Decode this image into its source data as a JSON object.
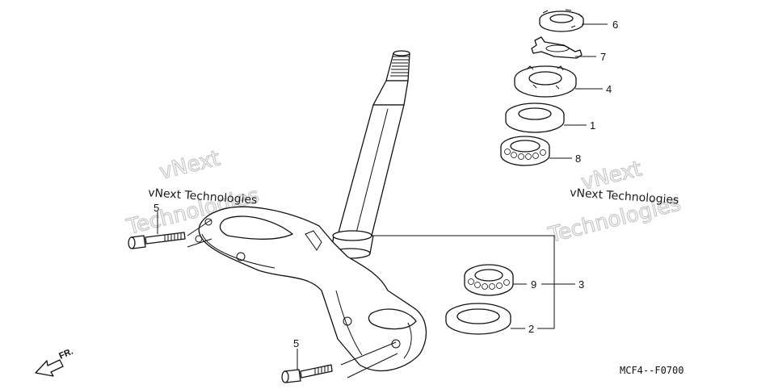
{
  "diagram": {
    "callouts": {
      "c6": "6",
      "c7": "7",
      "c4": "4",
      "c1": "1",
      "c8": "8",
      "c9": "9",
      "c3": "3",
      "c2": "2",
      "c5_left": "5",
      "c5_bottom": "5"
    },
    "watermark": {
      "left_small": "vNext Technologies",
      "left_big_1": "vNext",
      "left_big_2": "Technologies",
      "right_small": "vNext Technologies",
      "right_big_1": "vNext",
      "right_big_2": "Technologies"
    },
    "front_indicator": "FR.",
    "drawing_code": "MCF4--F0700"
  }
}
